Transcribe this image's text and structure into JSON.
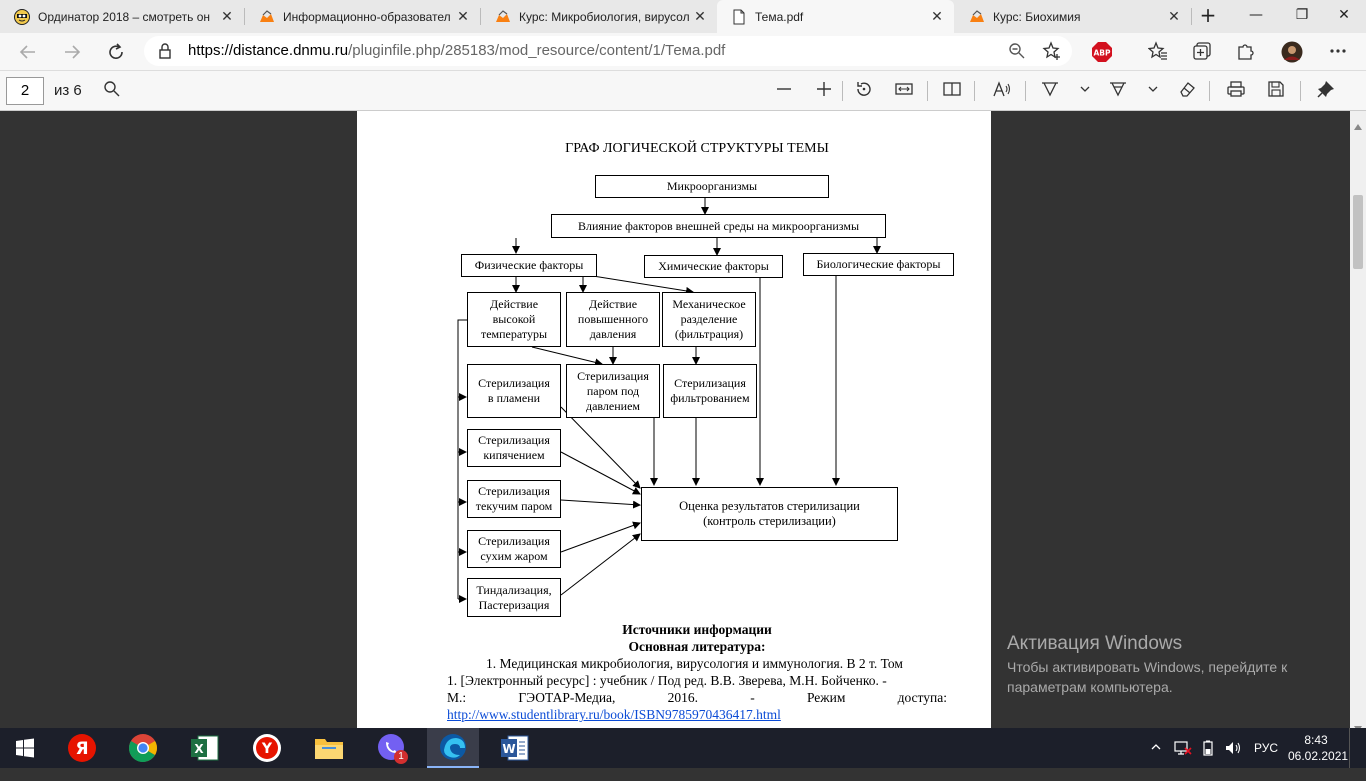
{
  "tabs": [
    {
      "title": "Ординатор 2018 – смотреть он",
      "icon": "ordinator-favicon-icon",
      "close": "✕"
    },
    {
      "title": "Информационно-образовател",
      "icon": "moodle-favicon-icon",
      "close": "✕"
    },
    {
      "title": "Курс: Микробиология, вирусол",
      "icon": "moodle-favicon-icon",
      "close": "✕"
    },
    {
      "title": "Тема.pdf",
      "icon": "document-icon",
      "close": "✕"
    },
    {
      "title": "Курс: Биохимия",
      "icon": "moodle-favicon-icon",
      "close": "✕"
    }
  ],
  "new_tab": "+",
  "window_controls": {
    "minimize": "—",
    "restore": "❐",
    "close": "✕"
  },
  "address": {
    "host_prefix": "https://",
    "host": "distance.dnmu.ru",
    "path": "/pluginfile.php/285183/mod_resource/content/1/Тема.pdf"
  },
  "abp_label": "ABP",
  "pdf_toolbar": {
    "page_current": "2",
    "page_of": "из 6"
  },
  "document": {
    "title": "ГРАФ ЛОГИЧЕСКОЙ СТРУКТУРЫ ТЕМЫ",
    "diagram": {
      "microorganisms": "Микроорганизмы",
      "influence": "Влияние факторов внешней среды на микроорганизмы",
      "physical": "Физические факторы",
      "chemical": "Химические факторы",
      "biological": "Биологические факторы",
      "high_temp": [
        "Действие",
        "высокой",
        "температуры"
      ],
      "high_pressure": [
        "Действие",
        "повышенного",
        "давления"
      ],
      "mechanical": [
        "Механическое",
        "разделение",
        "(фильтрация)"
      ],
      "flame": [
        "Стерилизация",
        "в пламени"
      ],
      "steam_pressure": [
        "Стерилизация",
        "паром под",
        "давлением"
      ],
      "filtration": [
        "Стерилизация",
        "фильтрованием"
      ],
      "boiling": [
        "Стерилизация",
        "кипячением"
      ],
      "flowing_steam": [
        "Стерилизация",
        "текучим паром"
      ],
      "dry_heat": [
        "Стерилизация",
        "сухим жаром"
      ],
      "tyndall": [
        "Тиндализация,",
        "Пастеризация"
      ],
      "evaluation": [
        "Оценка результатов стерилизации",
        "(контроль стерилизации)"
      ]
    },
    "sources_heading": "Источники информации",
    "main_lit_heading": "Основная литература:",
    "ref1_line1": "1. Медицинская микробиология, вирусология и иммунология. В 2 т. Том",
    "ref1_line2": "1. [Электронный ресурс] : учебник / Под ред. В.В. Зверева, М.Н. Бойченко. -",
    "ref1_line3_parts": [
      "М.:",
      "ГЭОТАР-Медиа,",
      "2016.",
      "-",
      "Режим",
      "доступа:"
    ],
    "ref1_link": "http://www.studentlibrary.ru/book/ISBN9785970436417.html"
  },
  "activation": {
    "title": "Активация Windows",
    "line1": "Чтобы активировать Windows, перейдите к",
    "line2": "параметрам компьютера."
  },
  "taskbar": {
    "apps": [
      "windows-start-icon",
      "yandex-music-icon",
      "chrome-icon",
      "excel-icon",
      "yandex-browser-icon",
      "file-explorer-icon",
      "viber-icon",
      "edge-icon",
      "word-icon"
    ],
    "viber_badge": "1",
    "language": "РУС",
    "time": "8:43",
    "date": "06.02.2021"
  }
}
